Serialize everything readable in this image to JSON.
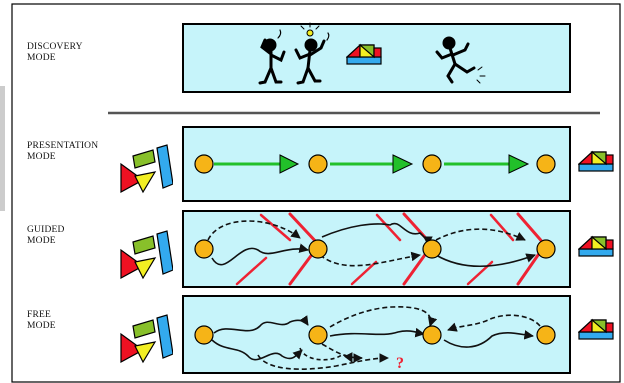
{
  "modes": [
    {
      "key": "discovery",
      "line1": "DISCOVERY",
      "line2": "MODE"
    },
    {
      "key": "presentation",
      "line1": "PRESENTATION",
      "line2": "MODE"
    },
    {
      "key": "guided",
      "line1": "GUIDED",
      "line2": "MODE"
    },
    {
      "key": "free",
      "line1": "FREE",
      "line2": "MODE"
    }
  ],
  "free_mode_marker": "?",
  "colors": {
    "panel_fill": "#c6f4fa",
    "node_fill": "#f6b417",
    "arrow_green": "#22c02a",
    "barrier_red": "#ee2233",
    "shape_red": "#ee1122",
    "shape_yellow": "#f2ee22",
    "shape_green": "#88c02a",
    "shape_blue": "#33aaee"
  },
  "icons": [
    "stick-figure-worried-icon",
    "stick-figure-idea-icon",
    "shapes-box-icon",
    "stick-figure-falling-icon",
    "scattered-shapes-icon"
  ]
}
